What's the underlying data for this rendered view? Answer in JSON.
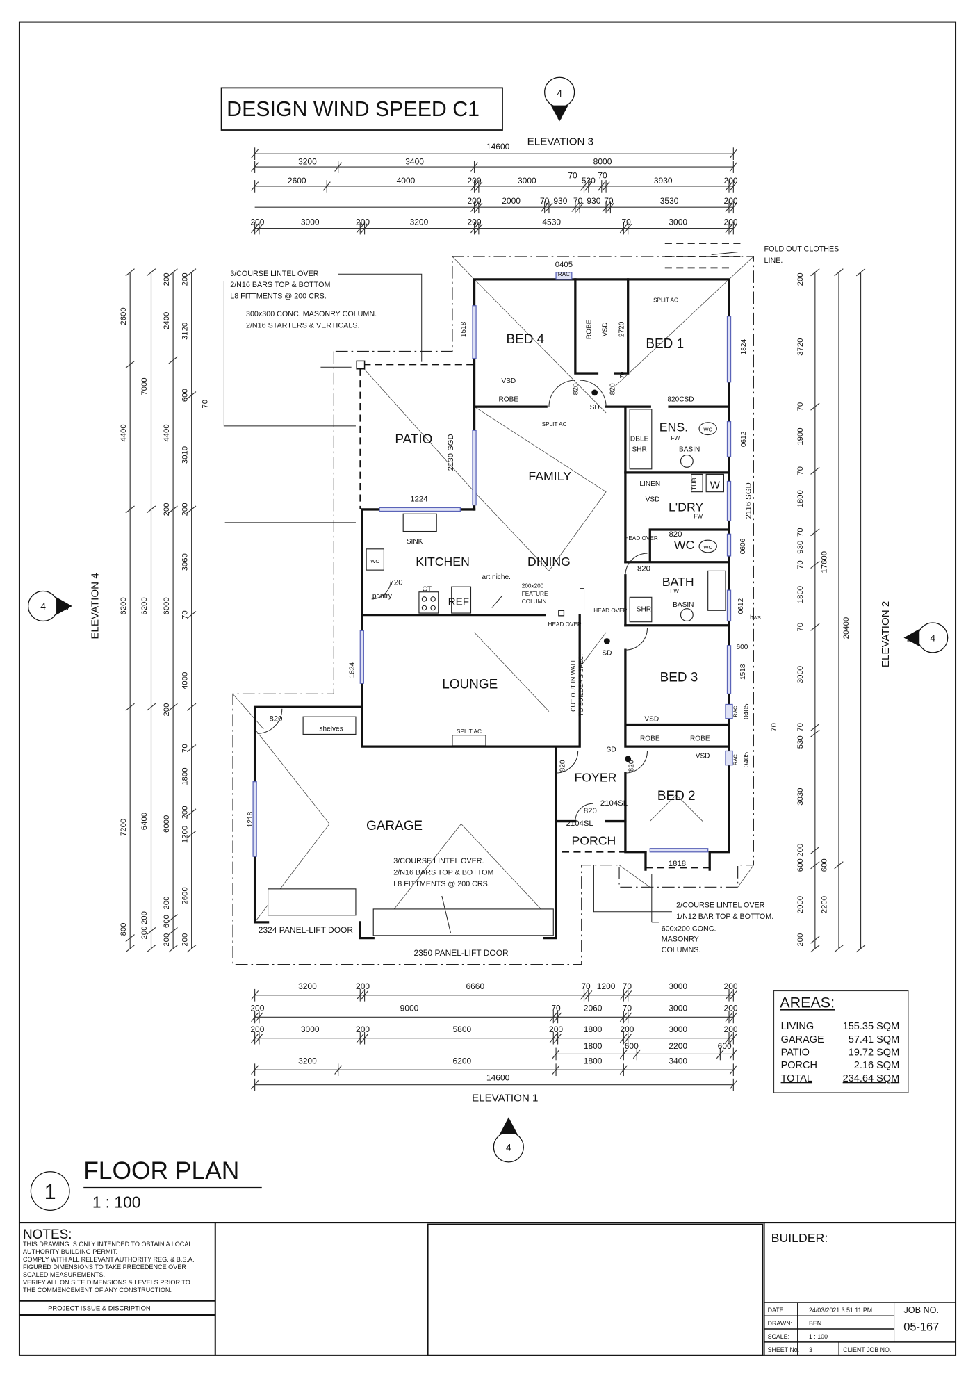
{
  "header": {
    "wind_speed": "DESIGN WIND SPEED C1"
  },
  "markers": {
    "top": {
      "ref": "4",
      "sheet": "3"
    },
    "left": {
      "ref": "4",
      "sheet": "4"
    },
    "right": {
      "ref": "4",
      "sheet": "2"
    },
    "bottom": {
      "ref": "4",
      "sheet": "1"
    }
  },
  "elevations": {
    "top": "ELEVATION 3",
    "bottom": "ELEVATION 1",
    "left": "ELEVATION 4",
    "right": "ELEVATION 2"
  },
  "dims": {
    "top": [
      [
        "14600"
      ],
      [
        "3200",
        "3400",
        "8000"
      ],
      [
        "2600",
        "4000",
        "200",
        "3000",
        "70",
        "530",
        "70",
        "3930",
        "200"
      ],
      [
        "200",
        "2000",
        "70",
        "930",
        "70",
        "930",
        "70",
        "3530",
        "200"
      ],
      [
        "200",
        "3000",
        "200",
        "3200",
        "200",
        "4530",
        "70",
        "3000",
        "200"
      ]
    ],
    "bottom": [
      [
        "3200",
        "200",
        "6660",
        "70",
        "1200",
        "70",
        "3000",
        "200"
      ],
      [
        "200",
        "9000",
        "70",
        "2060",
        "70",
        "3000",
        "200"
      ],
      [
        "200",
        "3000",
        "200",
        "5800",
        "200",
        "1800",
        "200",
        "3000",
        "200"
      ],
      [
        "1800",
        "600",
        "2200",
        "600"
      ],
      [
        "3200",
        "6200",
        "1800",
        "3400"
      ],
      [
        "14600"
      ]
    ],
    "left": [
      [
        "2600",
        "4400",
        "6200",
        "7200",
        "800"
      ],
      [
        "7000",
        "6200",
        "6400",
        "200",
        "200"
      ],
      [
        "200",
        "2400",
        "4400",
        "200",
        "6000",
        "200",
        "6000",
        "200",
        "600",
        "200"
      ],
      [
        "200",
        "3120",
        "600",
        "70",
        "3010",
        "200",
        "3060",
        "70",
        "4000",
        "70",
        "1800",
        "200",
        "1200",
        "2600",
        "200"
      ]
    ],
    "right": [
      [
        "200",
        "3720",
        "70",
        "1900",
        "70",
        "1800",
        "70",
        "930",
        "70",
        "1800",
        "70",
        "3000",
        "70",
        "70",
        "530",
        "3030",
        "200",
        "600",
        "2000",
        "200"
      ],
      [
        "600",
        "2200",
        "17600"
      ],
      [
        "20400"
      ]
    ]
  },
  "rooms": {
    "bed4": "BED 4",
    "bed1": "BED 1",
    "patio": "PATIO",
    "family": "FAMILY",
    "kitchen": "KITCHEN",
    "dining": "DINING",
    "lounge": "LOUNGE",
    "garage": "GARAGE",
    "foyer": "FOYER",
    "porch": "PORCH",
    "bed3": "BED 3",
    "bed2": "BED 2",
    "ens": "ENS.",
    "ldry": "L'DRY",
    "wc": "WC",
    "bath": "BATH"
  },
  "annotations": {
    "lintel_top": [
      "3/COURSE LINTEL OVER",
      "2/N16 BARS TOP & BOTTOM",
      "L8 FITTMENTS @ 200 CRS."
    ],
    "column_note": [
      "300x300 CONC. MASONRY COLUMN.",
      "2/N16 STARTERS & VERTICALS."
    ],
    "clothes_line": [
      "FOLD OUT CLOTHES",
      "LINE."
    ],
    "lintel_garage": [
      "3/COURSE LINTEL OVER.",
      "2/N16 BARS TOP & BOTTOM",
      "L8 FITTMENTS @ 200 CRS."
    ],
    "lintel_porch": [
      "2/COURSE LINTEL OVER",
      "1/N12 BAR TOP & BOTTOM."
    ],
    "porch_columns": [
      "600x200 CONC.",
      "MASONRY",
      "COLUMNS."
    ],
    "feature_column": [
      "200x200",
      "FEATURE",
      "COLUMN"
    ],
    "cutout": [
      "CUT OUT IN WALL",
      "TO BUILDER'S SPEC."
    ],
    "garage_door_1": "2324 PANEL-LIFT DOOR",
    "garage_door_2": "2350 PANEL-LIFT DOOR",
    "labels": {
      "rac": "RAC",
      "w0405": "0405",
      "robe": "ROBE",
      "vsd": "VSD",
      "w2720": "2720",
      "split_ac": "SPLIT AC",
      "d820": "820",
      "sd": "SD",
      "d70": "70",
      "csd820": "820CSD",
      "w1824": "1824",
      "w1518": "1518",
      "sgd2130": "2130 SGD",
      "dble_shr": "DBLE",
      "shr": "SHR",
      "basin": "BASIN",
      "w0612": "0612",
      "linen": "LINEN",
      "sgd2116": "2116 SGD",
      "head_over": "HEAD OVER",
      "w0606": "0606",
      "fw": "FW",
      "tub": "TUB",
      "w": "W",
      "wc_fixture": "WC",
      "hws": "hws",
      "w1224": "1224",
      "sink": "SINK",
      "pantry": "pantry",
      "d720": "720",
      "ct": "CT",
      "ref": "REF",
      "art_niche": "art niche.",
      "wo": "WO",
      "w600": "600",
      "sl2104": "2104SL",
      "w1818": "1818",
      "shelves": "shelves",
      "w1218": "1218"
    }
  },
  "areas": {
    "heading": "AREAS:",
    "rows": [
      {
        "label": "LIVING",
        "value": "155.35 SQM"
      },
      {
        "label": "GARAGE",
        "value": "57.41 SQM"
      },
      {
        "label": "PATIO",
        "value": "19.72 SQM"
      },
      {
        "label": "PORCH",
        "value": "2.16 SQM"
      },
      {
        "label": "TOTAL",
        "value": "234.64 SQM"
      }
    ]
  },
  "title": {
    "number": "1",
    "label": "FLOOR PLAN",
    "scale": "1 : 100"
  },
  "notes": {
    "heading": "NOTES:",
    "lines": [
      "THIS DRAWING IS ONLY INTENDED TO OBTAIN A LOCAL",
      "AUTHORITY BUILDING PERMIT.",
      "COMPLY WITH ALL RELEVANT AUTHORITY REG. & B.S.A.",
      "FIGURED DIMENSIONS TO TAKE PRECEDENCE OVER",
      "SCALED MEASUREMENTS.",
      "VERIFY ALL ON SITE DIMENSIONS & LEVELS PRIOR TO",
      "THE COMMENCEMENT OF ANY CONSTRUCTION."
    ],
    "project_issue": "PROJECT ISSUE & DISCRIPTION"
  },
  "title_block": {
    "builder": "BUILDER:",
    "date_label": "DATE:",
    "date": "24/03/2021 3:51:11 PM",
    "drawn_label": "DRAWN:",
    "drawn": "BEN",
    "scale_label": "SCALE:",
    "scale": "1 : 100",
    "sheet_label": "SHEET No.",
    "sheet": "3",
    "client_job": "CLIENT JOB NO.",
    "job_label": "JOB NO.",
    "job_no": "05-167"
  }
}
